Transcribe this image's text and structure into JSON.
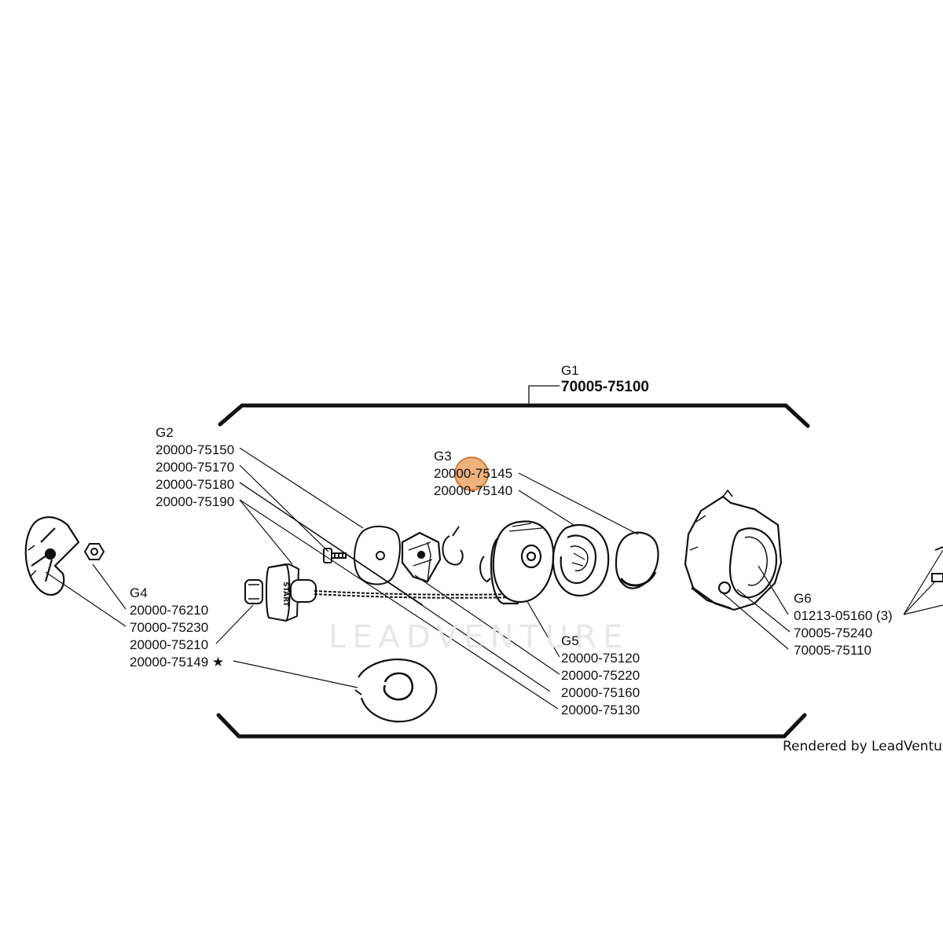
{
  "groups": {
    "g1": {
      "title": "G1",
      "parts": [
        "70005-75100"
      ]
    },
    "g2": {
      "title": "G2",
      "parts": [
        "20000-75150",
        "20000-75170",
        "20000-75180",
        "20000-75190"
      ]
    },
    "g3": {
      "title": "G3",
      "parts": [
        "20000-75145",
        "20000-75140"
      ]
    },
    "g4": {
      "title": "G4",
      "parts": [
        "20000-76210",
        "70000-75230",
        "20000-75210",
        "20000-75149 ★"
      ]
    },
    "g5": {
      "title": "G5",
      "parts": [
        "20000-75120",
        "20000-75220",
        "20000-75160",
        "20000-75130"
      ]
    },
    "g6": {
      "title": "G6",
      "parts": [
        "01213-05160 (3)",
        "70005-75240",
        "70005-75110"
      ]
    }
  },
  "start_label": "START",
  "watermark": "LEADVENTURE",
  "credit": "Rendered by LeadVenture",
  "highlight_color": "#e8944a"
}
